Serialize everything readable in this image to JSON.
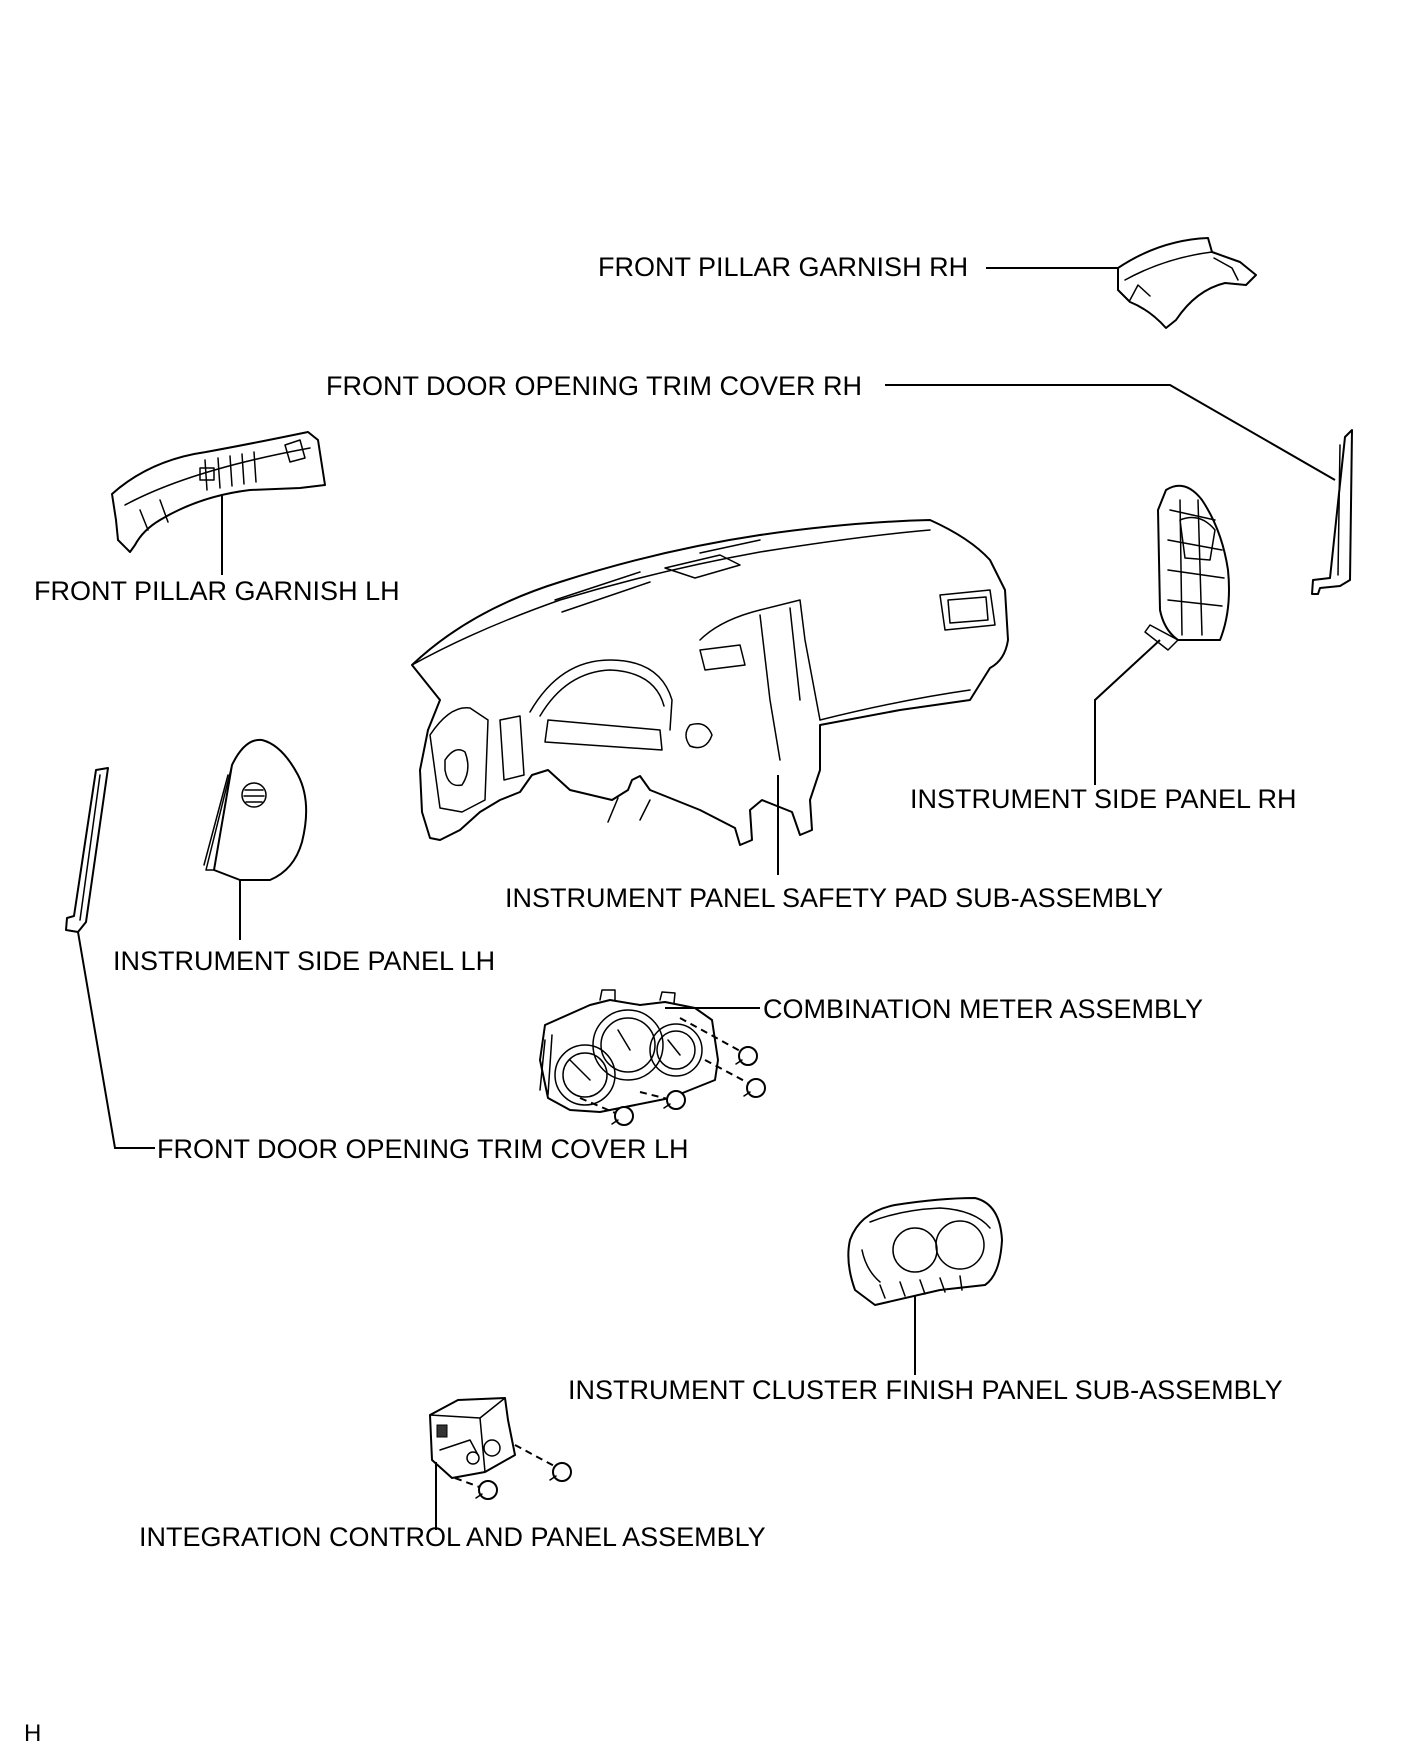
{
  "labels": {
    "front_pillar_garnish_rh": "FRONT PILLAR GARNISH RH",
    "front_door_opening_trim_cover_rh": "FRONT DOOR OPENING TRIM COVER RH",
    "front_pillar_garnish_lh": "FRONT PILLAR GARNISH LH",
    "instrument_side_panel_rh": "INSTRUMENT SIDE PANEL RH",
    "instrument_panel_safety_pad": "INSTRUMENT PANEL SAFETY PAD SUB-ASSEMBLY",
    "instrument_side_panel_lh": "INSTRUMENT SIDE PANEL LH",
    "combination_meter_assembly": "COMBINATION METER ASSEMBLY",
    "front_door_opening_trim_cover_lh": "FRONT DOOR OPENING TRIM COVER LH",
    "instrument_cluster_finish_panel": "INSTRUMENT CLUSTER FINISH PANEL SUB-ASSEMBLY",
    "integration_control_and_panel": "INTEGRATION CONTROL AND PANEL ASSEMBLY"
  },
  "corner_code": "H"
}
